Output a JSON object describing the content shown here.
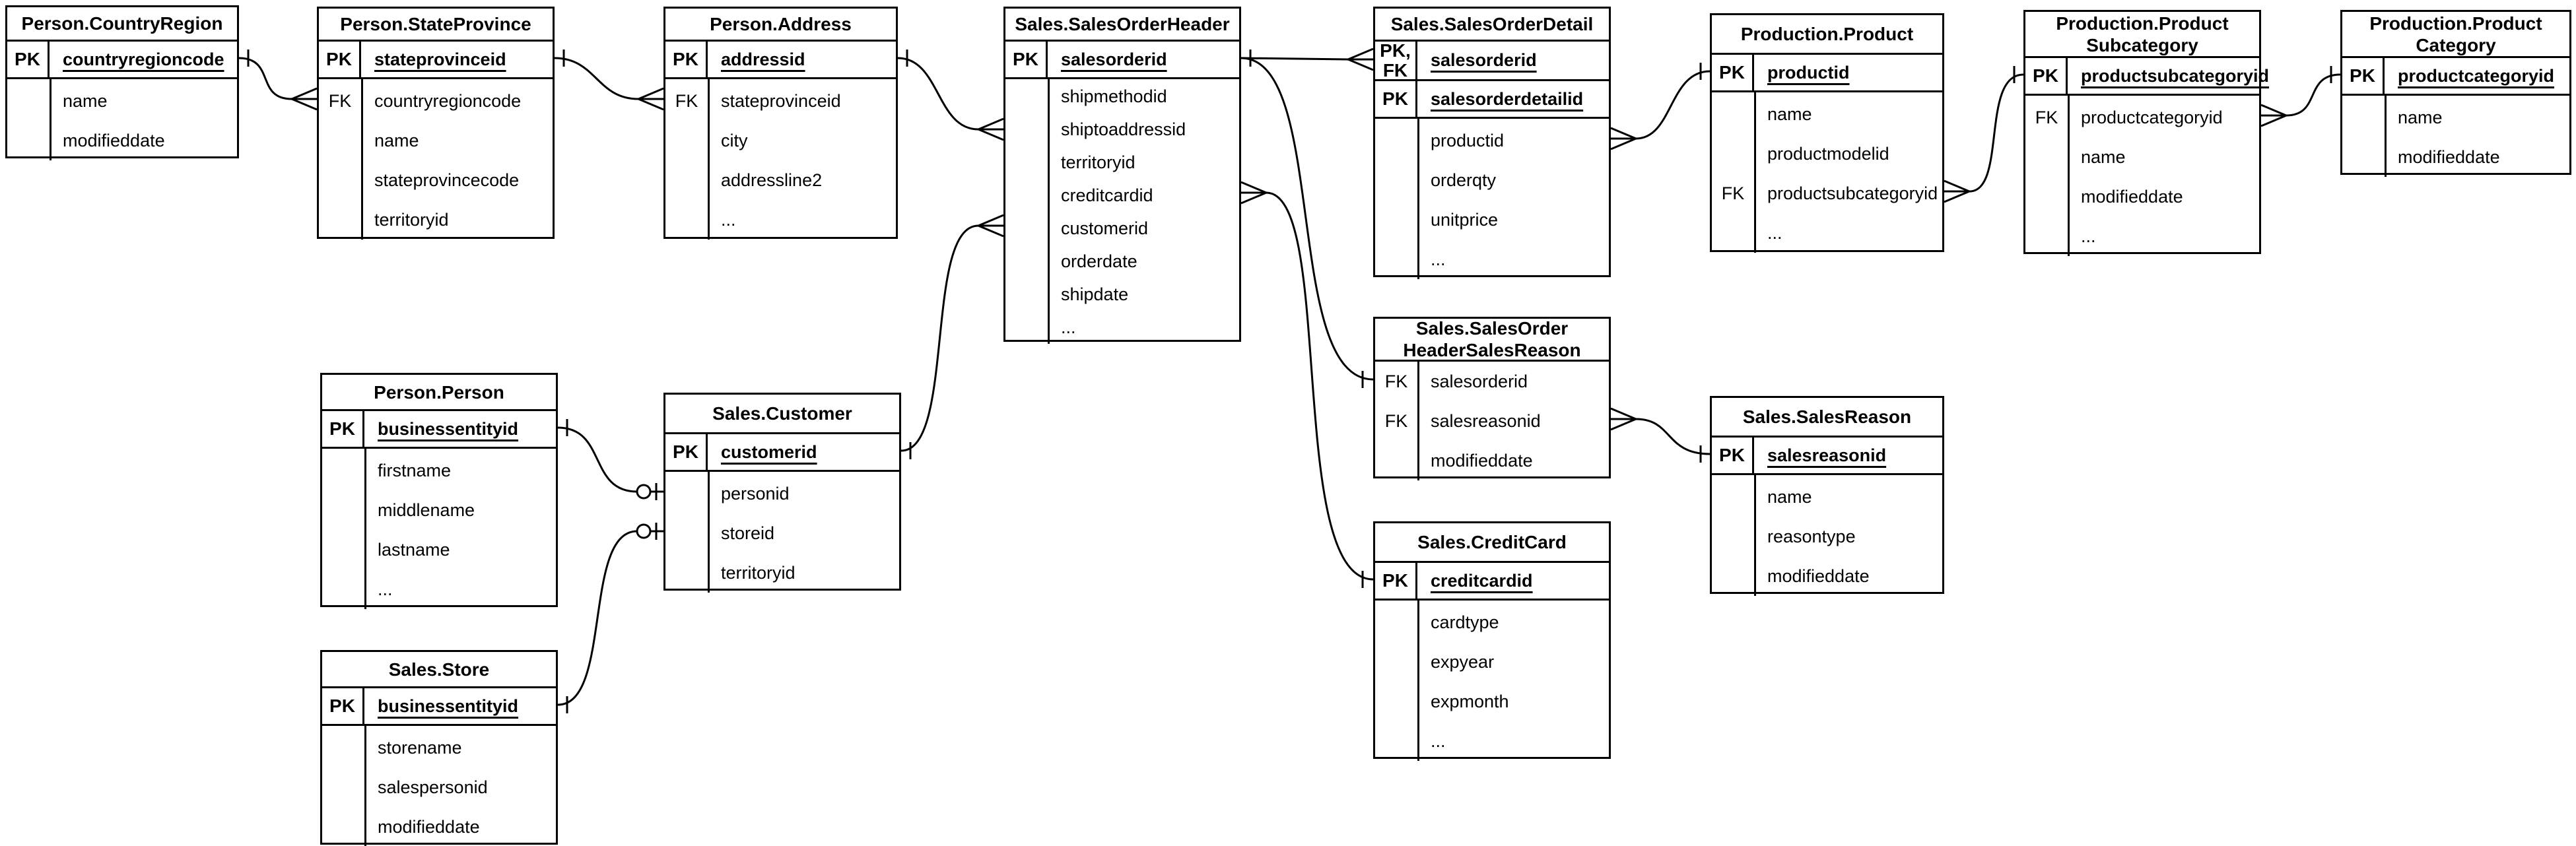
{
  "diagram": {
    "kind": "entity-relationship-diagram",
    "notation": "crows-foot",
    "colors": {
      "line": "#000000",
      "text": "#000000",
      "entity_fill": "#ffffff",
      "background": "#ffffff"
    },
    "tables": [
      {
        "id": "person-countryregion",
        "title": "Person.CountryRegion",
        "title_lines": [
          "Person.CountryRegion"
        ],
        "key_rows": [
          {
            "label_lines": [
              "PK"
            ],
            "name": "countryregioncode"
          }
        ],
        "body_rows": [
          {
            "label": "",
            "name": "name"
          },
          {
            "label": "",
            "name": "modifieddate"
          }
        ]
      },
      {
        "id": "person-stateprovince",
        "title": "Person.StateProvince",
        "title_lines": [
          "Person.StateProvince"
        ],
        "key_rows": [
          {
            "label_lines": [
              "PK"
            ],
            "name": "stateprovinceid"
          }
        ],
        "body_rows": [
          {
            "label": "FK",
            "name": "countryregioncode"
          },
          {
            "label": "",
            "name": "name"
          },
          {
            "label": "",
            "name": "stateprovincecode"
          },
          {
            "label": "",
            "name": "territoryid"
          }
        ]
      },
      {
        "id": "person-address",
        "title": "Person.Address",
        "title_lines": [
          "Person.Address"
        ],
        "key_rows": [
          {
            "label_lines": [
              "PK"
            ],
            "name": "addressid"
          }
        ],
        "body_rows": [
          {
            "label": "FK",
            "name": "stateprovinceid"
          },
          {
            "label": "",
            "name": "city"
          },
          {
            "label": "",
            "name": "addressline2"
          },
          {
            "label": "",
            "name": "..."
          }
        ]
      },
      {
        "id": "sales-salesorderheader",
        "title": "Sales.SalesOrderHeader",
        "title_lines": [
          "Sales.SalesOrderHeader"
        ],
        "key_rows": [
          {
            "label_lines": [
              "PK"
            ],
            "name": "salesorderid"
          }
        ],
        "body_rows": [
          {
            "label": "",
            "name": "shipmethodid"
          },
          {
            "label": "",
            "name": "shiptoaddressid"
          },
          {
            "label": "",
            "name": "territoryid"
          },
          {
            "label": "",
            "name": "creditcardid"
          },
          {
            "label": "",
            "name": "customerid"
          },
          {
            "label": "",
            "name": "orderdate"
          },
          {
            "label": "",
            "name": "shipdate"
          },
          {
            "label": "",
            "name": "..."
          }
        ]
      },
      {
        "id": "sales-salesorderdetail",
        "title": "Sales.SalesOrderDetail",
        "title_lines": [
          "Sales.SalesOrderDetail"
        ],
        "key_rows": [
          {
            "label_lines": [
              "PK,",
              "FK"
            ],
            "name": "salesorderid"
          },
          {
            "label_lines": [
              "PK"
            ],
            "name": "salesorderdetailid"
          }
        ],
        "body_rows": [
          {
            "label": "",
            "name": "productid"
          },
          {
            "label": "",
            "name": "orderqty"
          },
          {
            "label": "",
            "name": "unitprice"
          },
          {
            "label": "",
            "name": "..."
          }
        ]
      },
      {
        "id": "production-product",
        "title": "Production.Product",
        "title_lines": [
          "Production.Product"
        ],
        "key_rows": [
          {
            "label_lines": [
              "PK"
            ],
            "name": "productid"
          }
        ],
        "body_rows": [
          {
            "label": "",
            "name": "name"
          },
          {
            "label": "",
            "name": "productmodelid"
          },
          {
            "label": "FK",
            "name": "productsubcategoryid"
          },
          {
            "label": "",
            "name": "..."
          }
        ]
      },
      {
        "id": "production-productsubcategory",
        "title": "Production.ProductSubcategory",
        "title_lines": [
          "Production.Product",
          "Subcategory"
        ],
        "key_rows": [
          {
            "label_lines": [
              "PK"
            ],
            "name": "productsubcategoryid"
          }
        ],
        "body_rows": [
          {
            "label": "FK",
            "name": "productcategoryid"
          },
          {
            "label": "",
            "name": "name"
          },
          {
            "label": "",
            "name": "modifieddate"
          },
          {
            "label": "",
            "name": "..."
          }
        ]
      },
      {
        "id": "production-productcategory",
        "title": "Production.ProductCategory",
        "title_lines": [
          "Production.Product",
          "Category"
        ],
        "key_rows": [
          {
            "label_lines": [
              "PK"
            ],
            "name": "productcategoryid"
          }
        ],
        "body_rows": [
          {
            "label": "",
            "name": "name"
          },
          {
            "label": "",
            "name": "modifieddate"
          }
        ]
      },
      {
        "id": "person-person",
        "title": "Person.Person",
        "title_lines": [
          "Person.Person"
        ],
        "key_rows": [
          {
            "label_lines": [
              "PK"
            ],
            "name": "businessentityid"
          }
        ],
        "body_rows": [
          {
            "label": "",
            "name": "firstname"
          },
          {
            "label": "",
            "name": "middlename"
          },
          {
            "label": "",
            "name": "lastname"
          },
          {
            "label": "",
            "name": "..."
          }
        ]
      },
      {
        "id": "sales-customer",
        "title": "Sales.Customer",
        "title_lines": [
          "Sales.Customer"
        ],
        "key_rows": [
          {
            "label_lines": [
              "PK"
            ],
            "name": "customerid"
          }
        ],
        "body_rows": [
          {
            "label": "",
            "name": "personid"
          },
          {
            "label": "",
            "name": "storeid"
          },
          {
            "label": "",
            "name": "territoryid"
          }
        ]
      },
      {
        "id": "sales-salesorderheadersalesreason",
        "title": "Sales.SalesOrderHeaderSalesReason",
        "title_lines": [
          "Sales.SalesOrder",
          "HeaderSalesReason"
        ],
        "key_rows": [],
        "body_rows": [
          {
            "label": "FK",
            "name": "salesorderid"
          },
          {
            "label": "FK",
            "name": "salesreasonid"
          },
          {
            "label": "",
            "name": "modifieddate"
          }
        ]
      },
      {
        "id": "sales-salesreason",
        "title": "Sales.SalesReason",
        "title_lines": [
          "Sales.SalesReason"
        ],
        "key_rows": [
          {
            "label_lines": [
              "PK"
            ],
            "name": "salesreasonid"
          }
        ],
        "body_rows": [
          {
            "label": "",
            "name": "name"
          },
          {
            "label": "",
            "name": "reasontype"
          },
          {
            "label": "",
            "name": "modifieddate"
          }
        ]
      },
      {
        "id": "sales-creditcard",
        "title": "Sales.CreditCard",
        "title_lines": [
          "Sales.CreditCard"
        ],
        "key_rows": [
          {
            "label_lines": [
              "PK"
            ],
            "name": "creditcardid"
          }
        ],
        "body_rows": [
          {
            "label": "",
            "name": "cardtype"
          },
          {
            "label": "",
            "name": "expyear"
          },
          {
            "label": "",
            "name": "expmonth"
          },
          {
            "label": "",
            "name": "..."
          }
        ]
      },
      {
        "id": "sales-store",
        "title": "Sales.Store",
        "title_lines": [
          "Sales.Store"
        ],
        "key_rows": [
          {
            "label_lines": [
              "PK"
            ],
            "name": "businessentityid"
          }
        ],
        "body_rows": [
          {
            "label": "",
            "name": "storename"
          },
          {
            "label": "",
            "name": "salespersonid"
          },
          {
            "label": "",
            "name": "modifieddate"
          }
        ]
      }
    ],
    "relationships": [
      {
        "from": "Person.CountryRegion",
        "to": "Person.StateProvince",
        "from_cardinality": "one",
        "to_cardinality": "many"
      },
      {
        "from": "Person.StateProvince",
        "to": "Person.Address",
        "from_cardinality": "one",
        "to_cardinality": "many"
      },
      {
        "from": "Person.Address",
        "to": "Sales.SalesOrderHeader",
        "from_cardinality": "one",
        "to_cardinality": "many"
      },
      {
        "from": "Sales.Customer",
        "to": "Sales.SalesOrderHeader",
        "from_cardinality": "one",
        "to_cardinality": "many"
      },
      {
        "from": "Sales.SalesOrderHeader",
        "to": "Sales.SalesOrderDetail",
        "from_cardinality": "one",
        "to_cardinality": "many"
      },
      {
        "from": "Sales.SalesOrderHeader",
        "to": "Sales.SalesOrderHeaderSalesReason",
        "from_cardinality": "one",
        "to_cardinality": "one"
      },
      {
        "from": "Sales.SalesOrderHeader",
        "to": "Sales.CreditCard",
        "from_cardinality": "many",
        "to_cardinality": "one"
      },
      {
        "from": "Sales.SalesOrderDetail",
        "to": "Production.Product",
        "from_cardinality": "many",
        "to_cardinality": "one"
      },
      {
        "from": "Production.Product",
        "to": "Production.ProductSubcategory",
        "from_cardinality": "many",
        "to_cardinality": "one"
      },
      {
        "from": "Production.ProductSubcategory",
        "to": "Production.ProductCategory",
        "from_cardinality": "many",
        "to_cardinality": "one"
      },
      {
        "from": "Sales.SalesOrderHeaderSalesReason",
        "to": "Sales.SalesReason",
        "from_cardinality": "many",
        "to_cardinality": "one"
      },
      {
        "from": "Person.Person",
        "to": "Sales.Customer",
        "from_cardinality": "one",
        "to_cardinality": "zero-or-one"
      },
      {
        "from": "Sales.Store",
        "to": "Sales.Customer",
        "from_cardinality": "one",
        "to_cardinality": "zero-or-one"
      }
    ]
  }
}
